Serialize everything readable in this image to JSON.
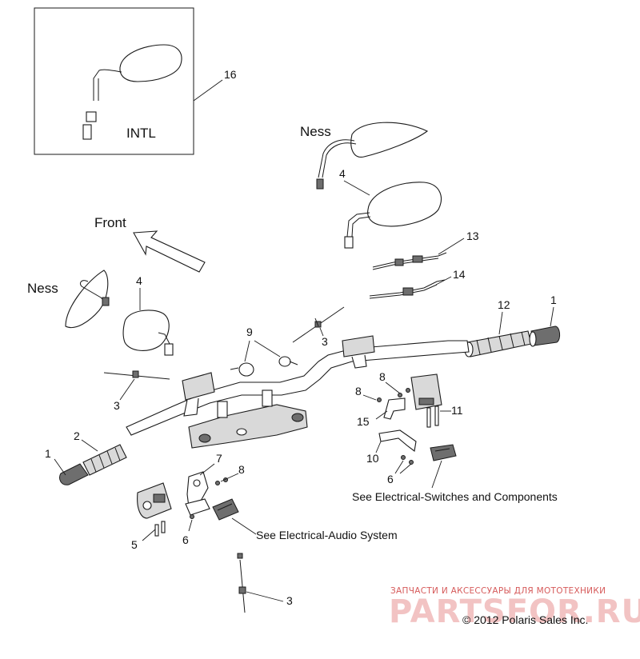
{
  "diagram": {
    "inset_label": "INTL",
    "front_label": "Front",
    "ness_label_top": "Ness",
    "ness_label_left": "Ness",
    "callouts": {
      "c16": "16",
      "c4_top": "4",
      "c4_left": "4",
      "c13": "13",
      "c14": "14",
      "c12": "12",
      "c1_right": "1",
      "c9": "9",
      "c3_upper": "3",
      "c3_left": "3",
      "c3_bottom": "3",
      "c8_right": "8",
      "c8_left": "8",
      "c11": "11",
      "c15": "15",
      "c10": "10",
      "c6_right": "6",
      "c2": "2",
      "c1_left": "1",
      "c7": "7",
      "c8_bottom": "8",
      "c5": "5",
      "c6_left": "6"
    },
    "notes": {
      "switches": "See Electrical-Switches and Components",
      "audio": "See Electrical-Audio System"
    },
    "watermark_top": "ЗАПЧАСТИ И АКСЕССУАРЫ ДЛЯ МОТОТЕХНИКИ",
    "watermark_logo": "PARTSFOR.RU",
    "copyright": "© 2012 Polaris Sales Inc."
  }
}
